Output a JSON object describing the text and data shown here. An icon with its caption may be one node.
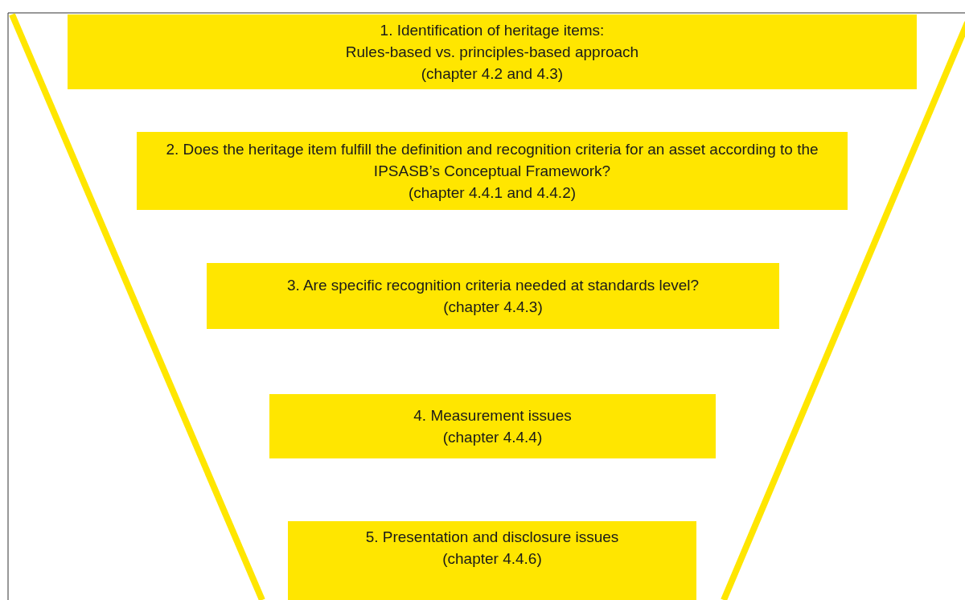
{
  "diagram": {
    "nodes": [
      {
        "text": [
          "1. Identification of heritage items:",
          "Rules-based vs. principles-based approach",
          "(chapter 4.2 and 4.3)"
        ]
      },
      {
        "text": [
          "2. Does the heritage item fulfill the definition and recognition criteria for an asset according to the IPSASB’s Conceptual Framework?",
          "(chapter 4.4.1 and 4.4.2)"
        ]
      },
      {
        "text": [
          "3. Are specific recognition criteria needed at standards level?",
          "(chapter 4.4.3)"
        ]
      },
      {
        "text": [
          "4. Measurement issues",
          "(chapter 4.4.4)"
        ]
      },
      {
        "text": [
          "5. Presentation and disclosure issues",
          "(chapter 4.4.6)"
        ]
      }
    ]
  }
}
